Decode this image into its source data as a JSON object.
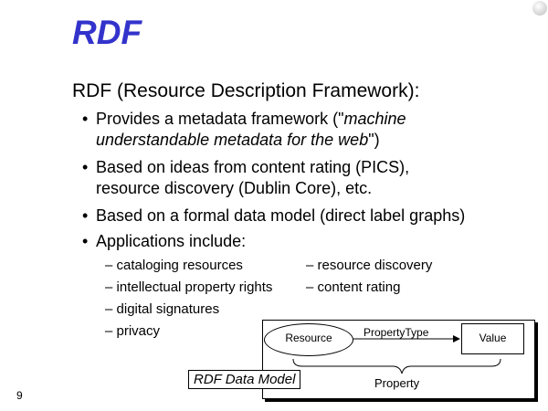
{
  "slide": {
    "title": "RDF",
    "heading": "RDF (Resource Description Framework):",
    "bullets": [
      {
        "pre": "Provides a metadata framework (\"",
        "em": "machine",
        "line2_em": "understandable metadata for the web",
        "line2_post": "\")"
      },
      {
        "line1": "Based on ideas from content rating (PICS),",
        "line2": "resource discovery (Dublin Core), etc."
      },
      {
        "line1": "Based on a formal data model (direct label graphs)"
      },
      {
        "line1": "Applications include:"
      }
    ],
    "applications_left": [
      "cataloging resources",
      "intellectual property rights",
      "digital signatures",
      "privacy"
    ],
    "applications_right": [
      "resource discovery",
      "content rating"
    ],
    "bullet_glyph": "•",
    "dash_glyph": "–",
    "slide_number": "9"
  },
  "diagram": {
    "caption": "RDF Data Model",
    "resource_label": "Resource",
    "edge_label": "PropertyType",
    "value_label": "Value",
    "property_label": "Property"
  },
  "colors": {
    "title": "#3333cc",
    "text": "#000000",
    "background": "#ffffff"
  }
}
